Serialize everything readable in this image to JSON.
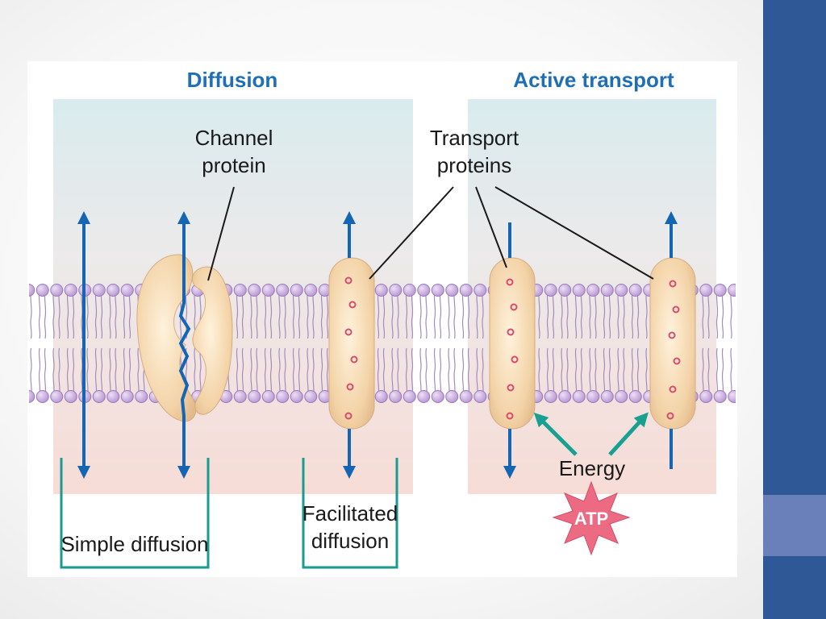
{
  "headings": {
    "diffusion": "Diffusion",
    "active_transport": "Active transport"
  },
  "labels": {
    "channel_protein_line1": "Channel",
    "channel_protein_line2": "protein",
    "transport_proteins_line1": "Transport",
    "transport_proteins_line2": "proteins",
    "energy": "Energy",
    "atp": "ATP",
    "simple_diffusion": "Simple diffusion",
    "facilitated_diffusion_line1": "Facilitated",
    "facilitated_diffusion_line2": "diffusion"
  },
  "colors": {
    "heading": "#1f6fb8",
    "arrow": "#1565b5",
    "bracket": "#1a9a90",
    "energy_arrow": "#18a093",
    "lipid_head": "#c3a3d9",
    "protein_fill": "#f0d2a6",
    "atp_burst": "#ec6a82",
    "side_bar": "#2e5896"
  }
}
